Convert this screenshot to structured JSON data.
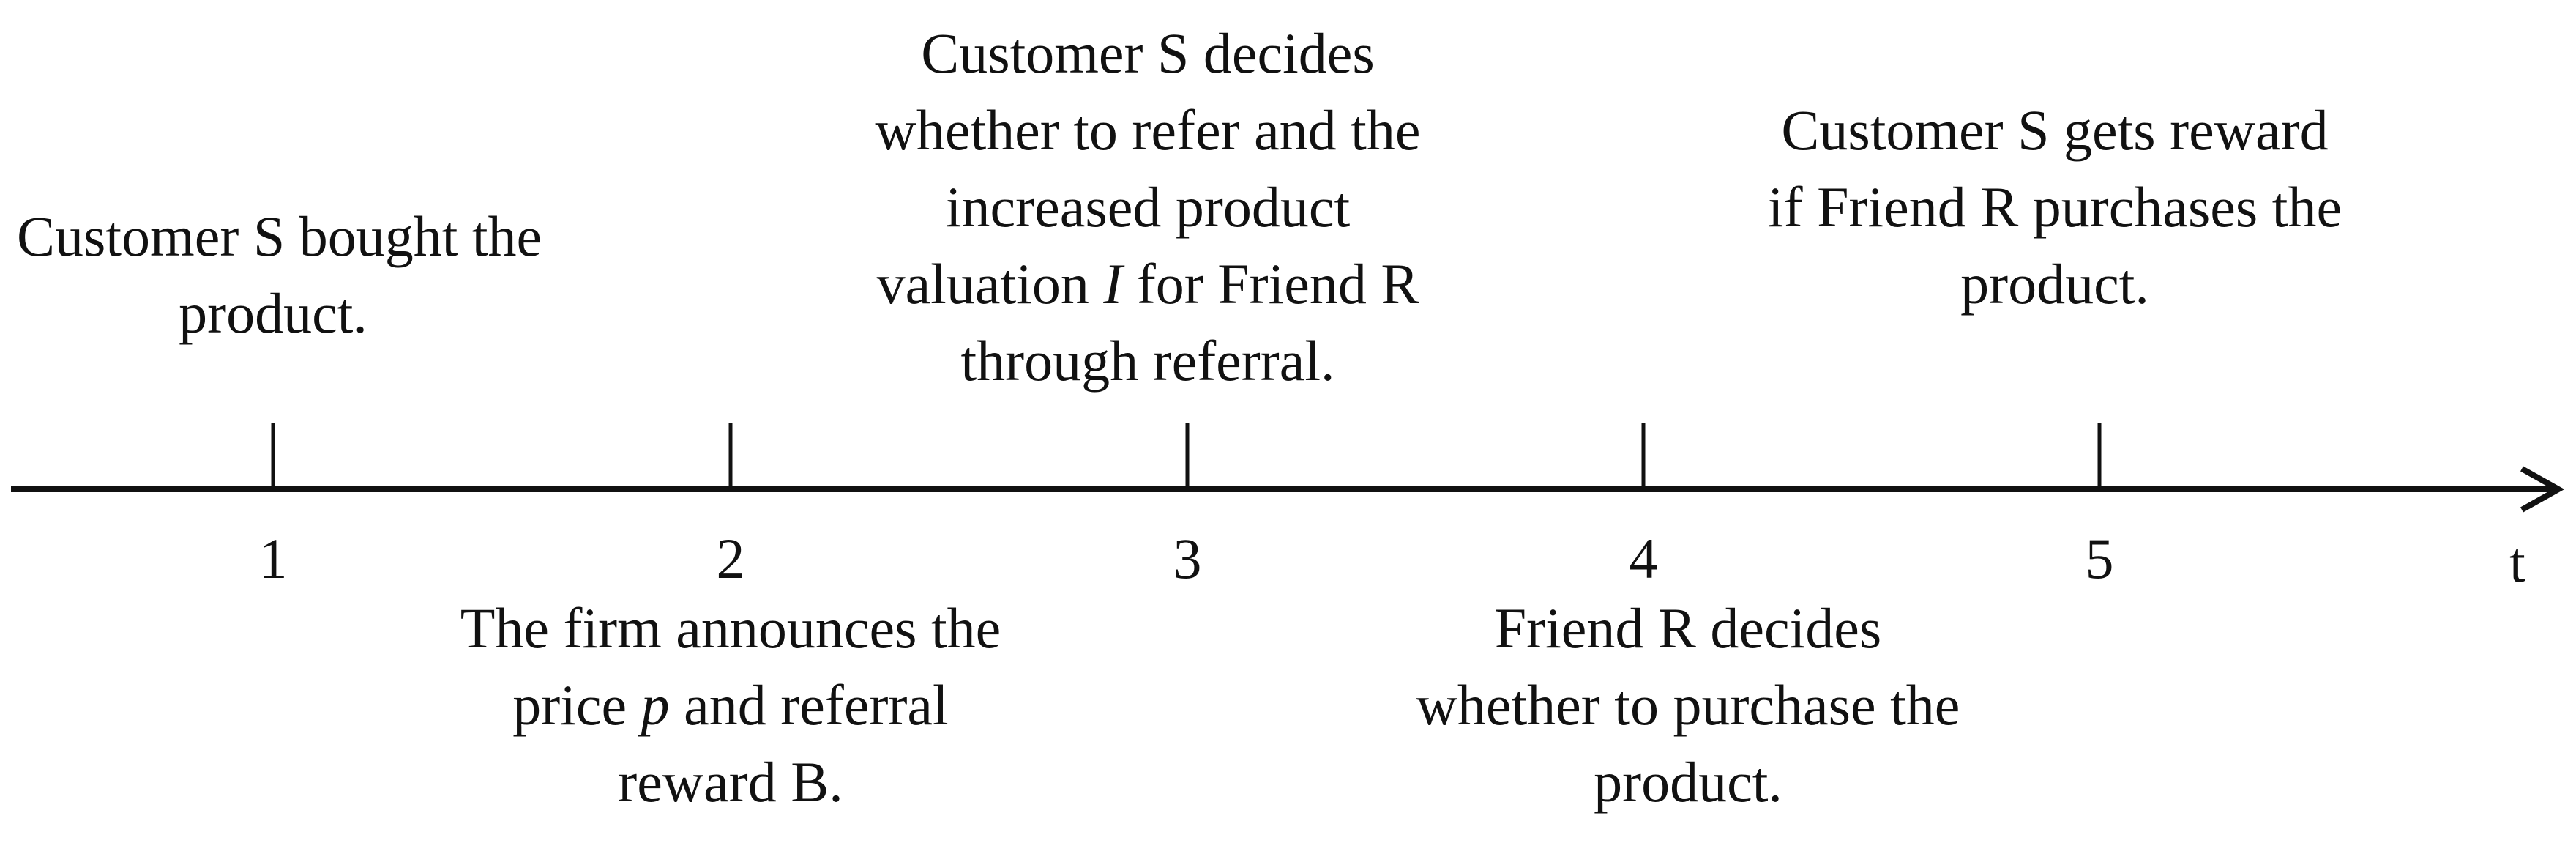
{
  "timeline": {
    "ticks": [
      "1",
      "2",
      "3",
      "4",
      "5"
    ],
    "axis_label": "t"
  },
  "events": {
    "step1": {
      "lines": [
        "Customer S bought the",
        "product."
      ]
    },
    "step2": {
      "line1": "The firm announces the",
      "line2_a": "price ",
      "line2_var": "p",
      "line2_b": " and referral",
      "line3": "reward B."
    },
    "step3": {
      "line1": "Customer S decides",
      "line2": "whether to refer and the",
      "line3": "increased product",
      "line4_a": "valuation ",
      "line4_var": "I",
      "line4_b": " for Friend R",
      "line5": "through referral."
    },
    "step4": {
      "lines": [
        "Friend R decides",
        "whether to purchase the",
        "product."
      ]
    },
    "step5": {
      "lines": [
        "Customer S gets reward",
        "if Friend R purchases the",
        "product."
      ]
    }
  }
}
